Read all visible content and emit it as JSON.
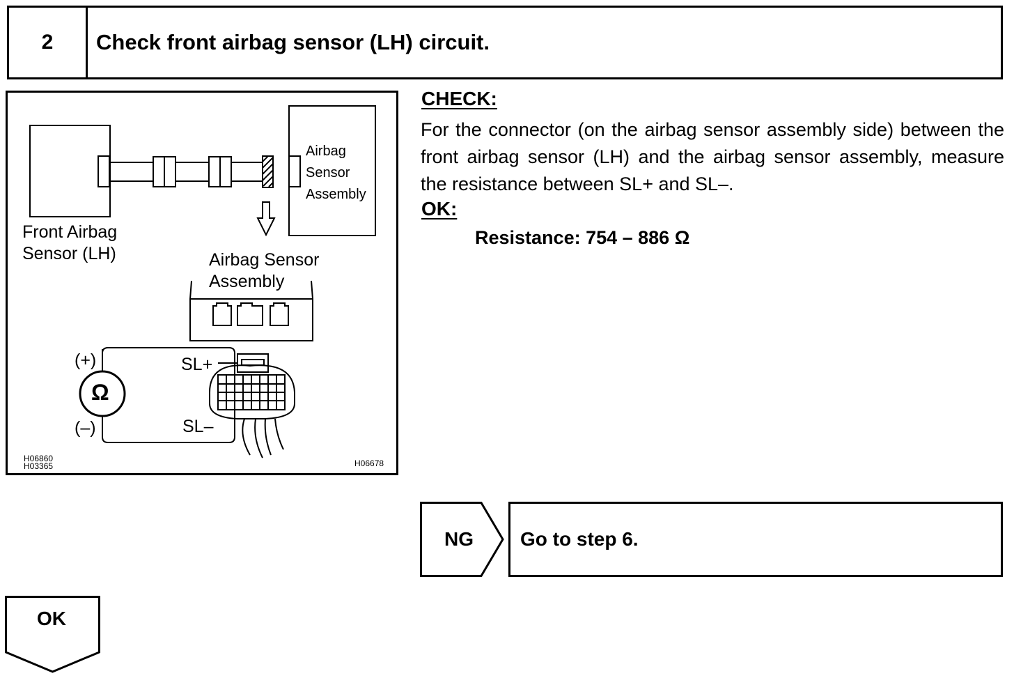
{
  "header": {
    "step_number": "2",
    "title": "Check front airbag sensor (LH) circuit."
  },
  "figure": {
    "front_sensor_label_line1": "Front Airbag",
    "front_sensor_label_line2": "Sensor (LH)",
    "assembly_box_line1": "Airbag",
    "assembly_box_line2": "Sensor",
    "assembly_box_line3": "Assembly",
    "assembly_label_line1": "Airbag Sensor",
    "assembly_label_line2": "Assembly",
    "meter_symbol": "Ω",
    "plus": "(+)",
    "minus": "(–)",
    "sl_plus": "SL+",
    "sl_minus": "SL–",
    "code_left_1": "H06860",
    "code_left_2": "H03365",
    "code_right": "H06678"
  },
  "check": {
    "heading": "CHECK:",
    "body": "For the connector (on the airbag sensor assembly side) between the front airbag sensor (LH) and the airbag sensor assembly, measure the resistance between SL+ and SL–."
  },
  "ok_spec": {
    "heading": "OK:",
    "resistance": "Resistance: 754 – 886 Ω"
  },
  "ng_branch": {
    "label": "NG",
    "action": "Go to step 6."
  },
  "ok_branch": {
    "label": "OK"
  }
}
